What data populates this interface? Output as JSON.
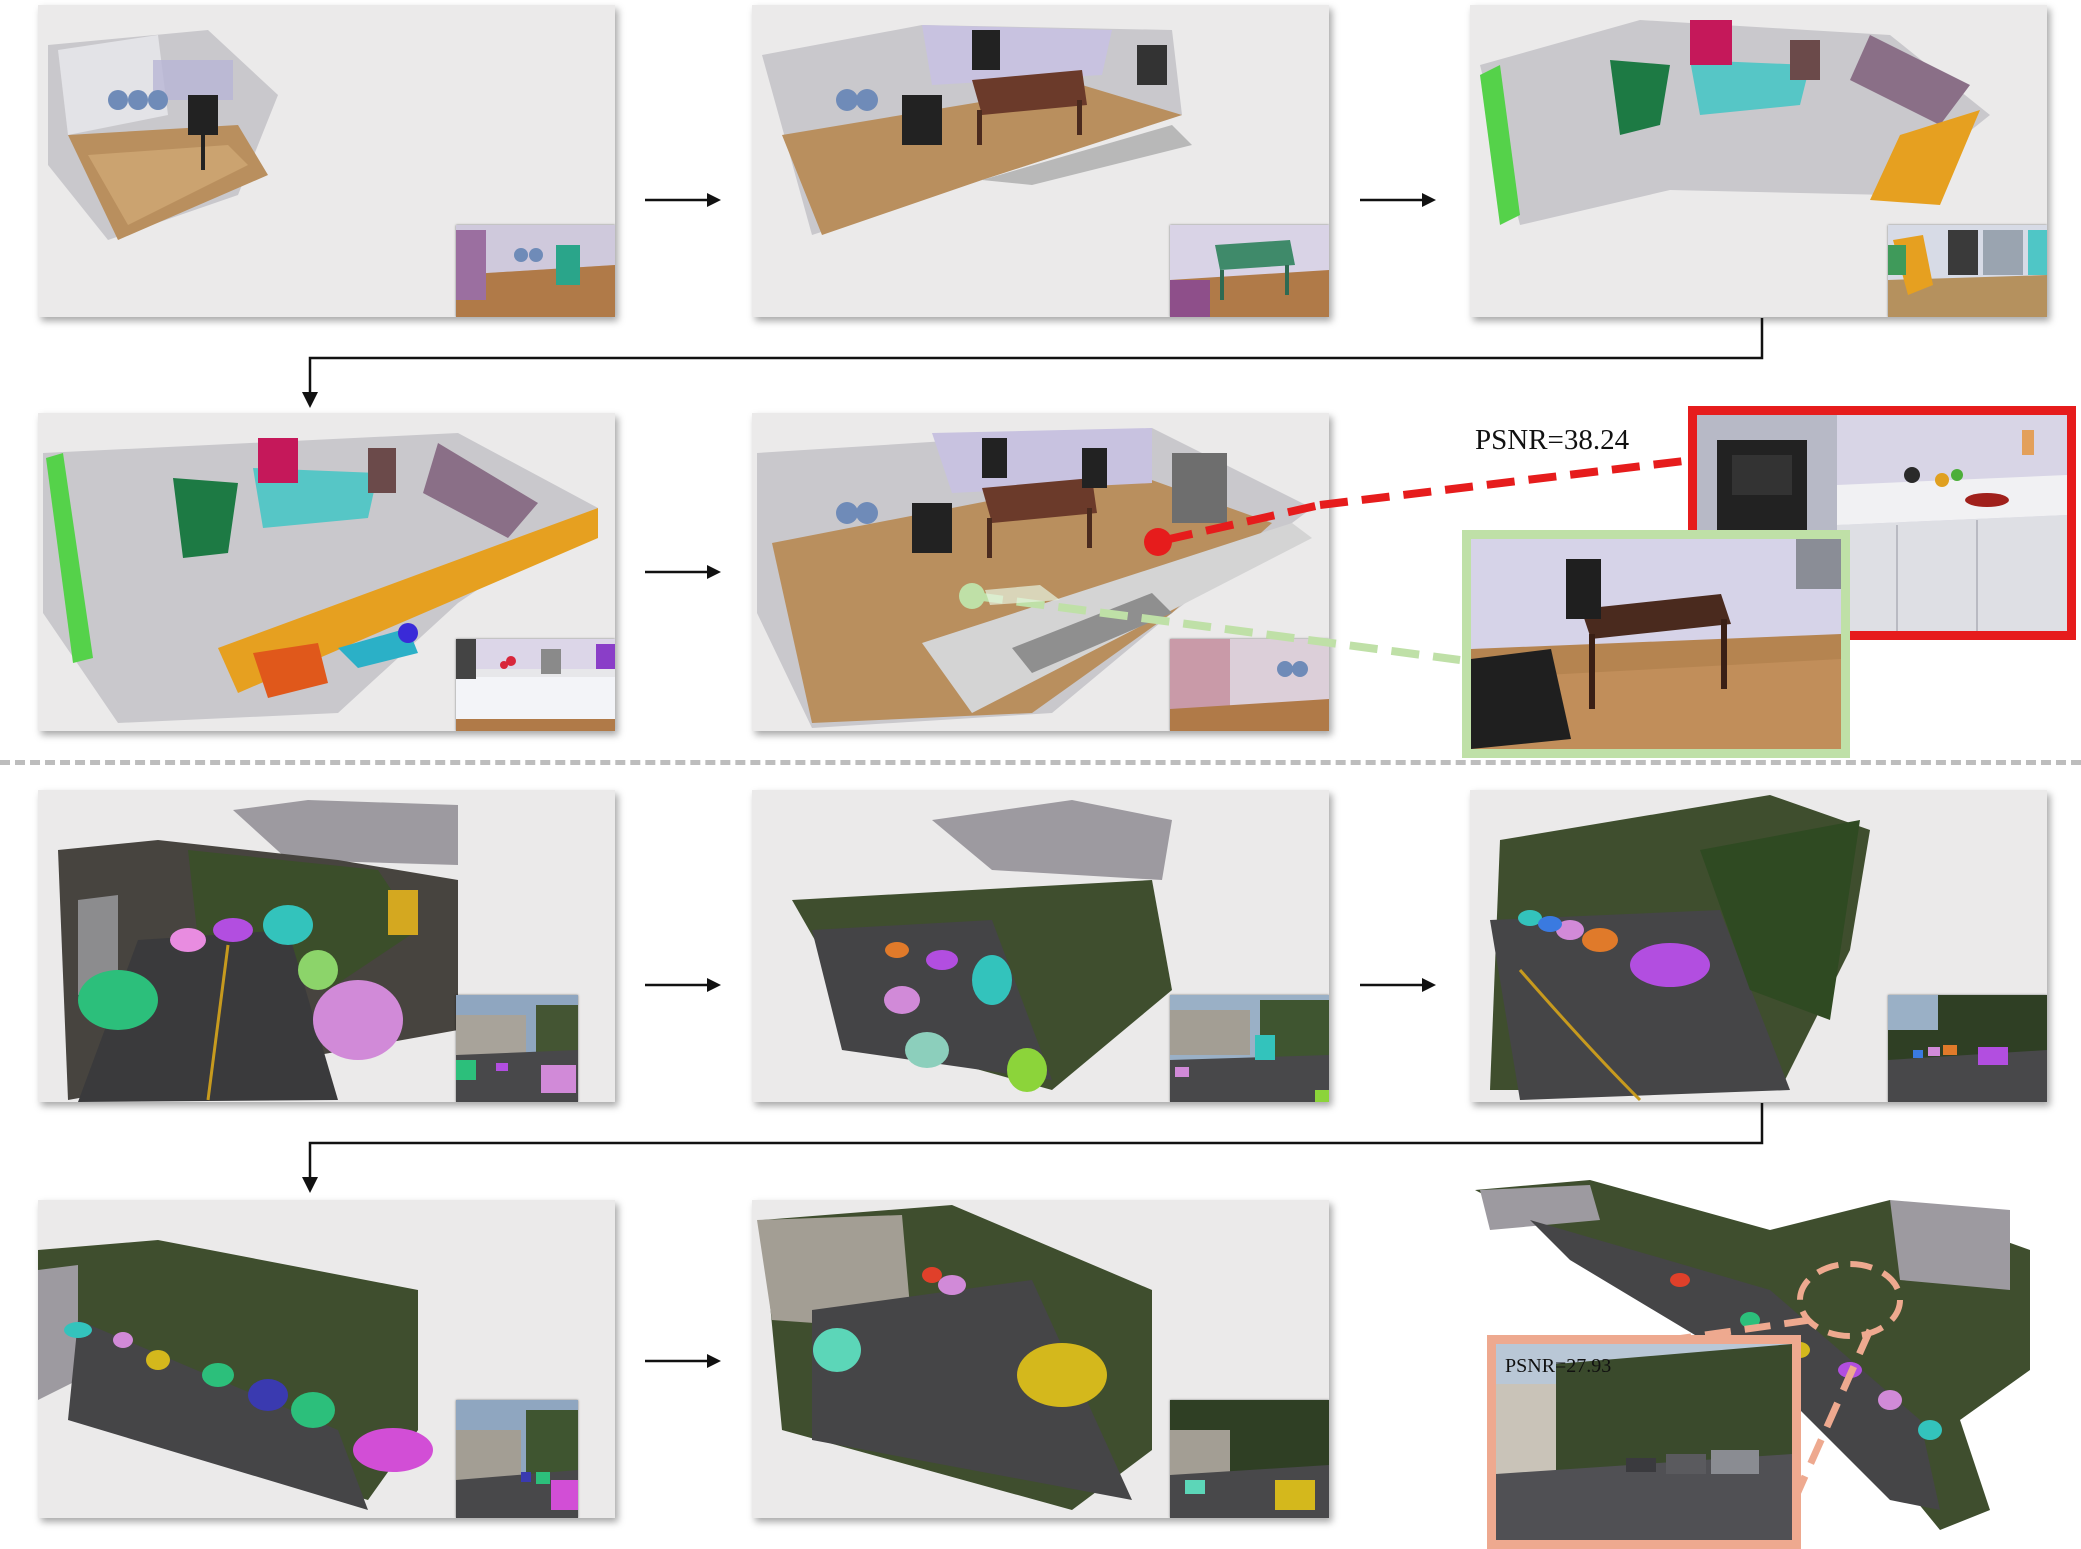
{
  "figure": {
    "indoor": {
      "psnr_label": "PSNR=38.24"
    },
    "outdoor": {
      "psnr_label": "PSNR=27.93"
    }
  },
  "colors": {
    "panel_background": "#ebeaea",
    "red_highlight": "#e61c1c",
    "green_highlight": "#bfe0a7",
    "salmon_highlight": "#eea98f",
    "separator": "#bdbdbd",
    "arrow": "#111111"
  },
  "icons": {
    "arrow": "right-arrow",
    "connector": "elbow-down-arrow"
  }
}
